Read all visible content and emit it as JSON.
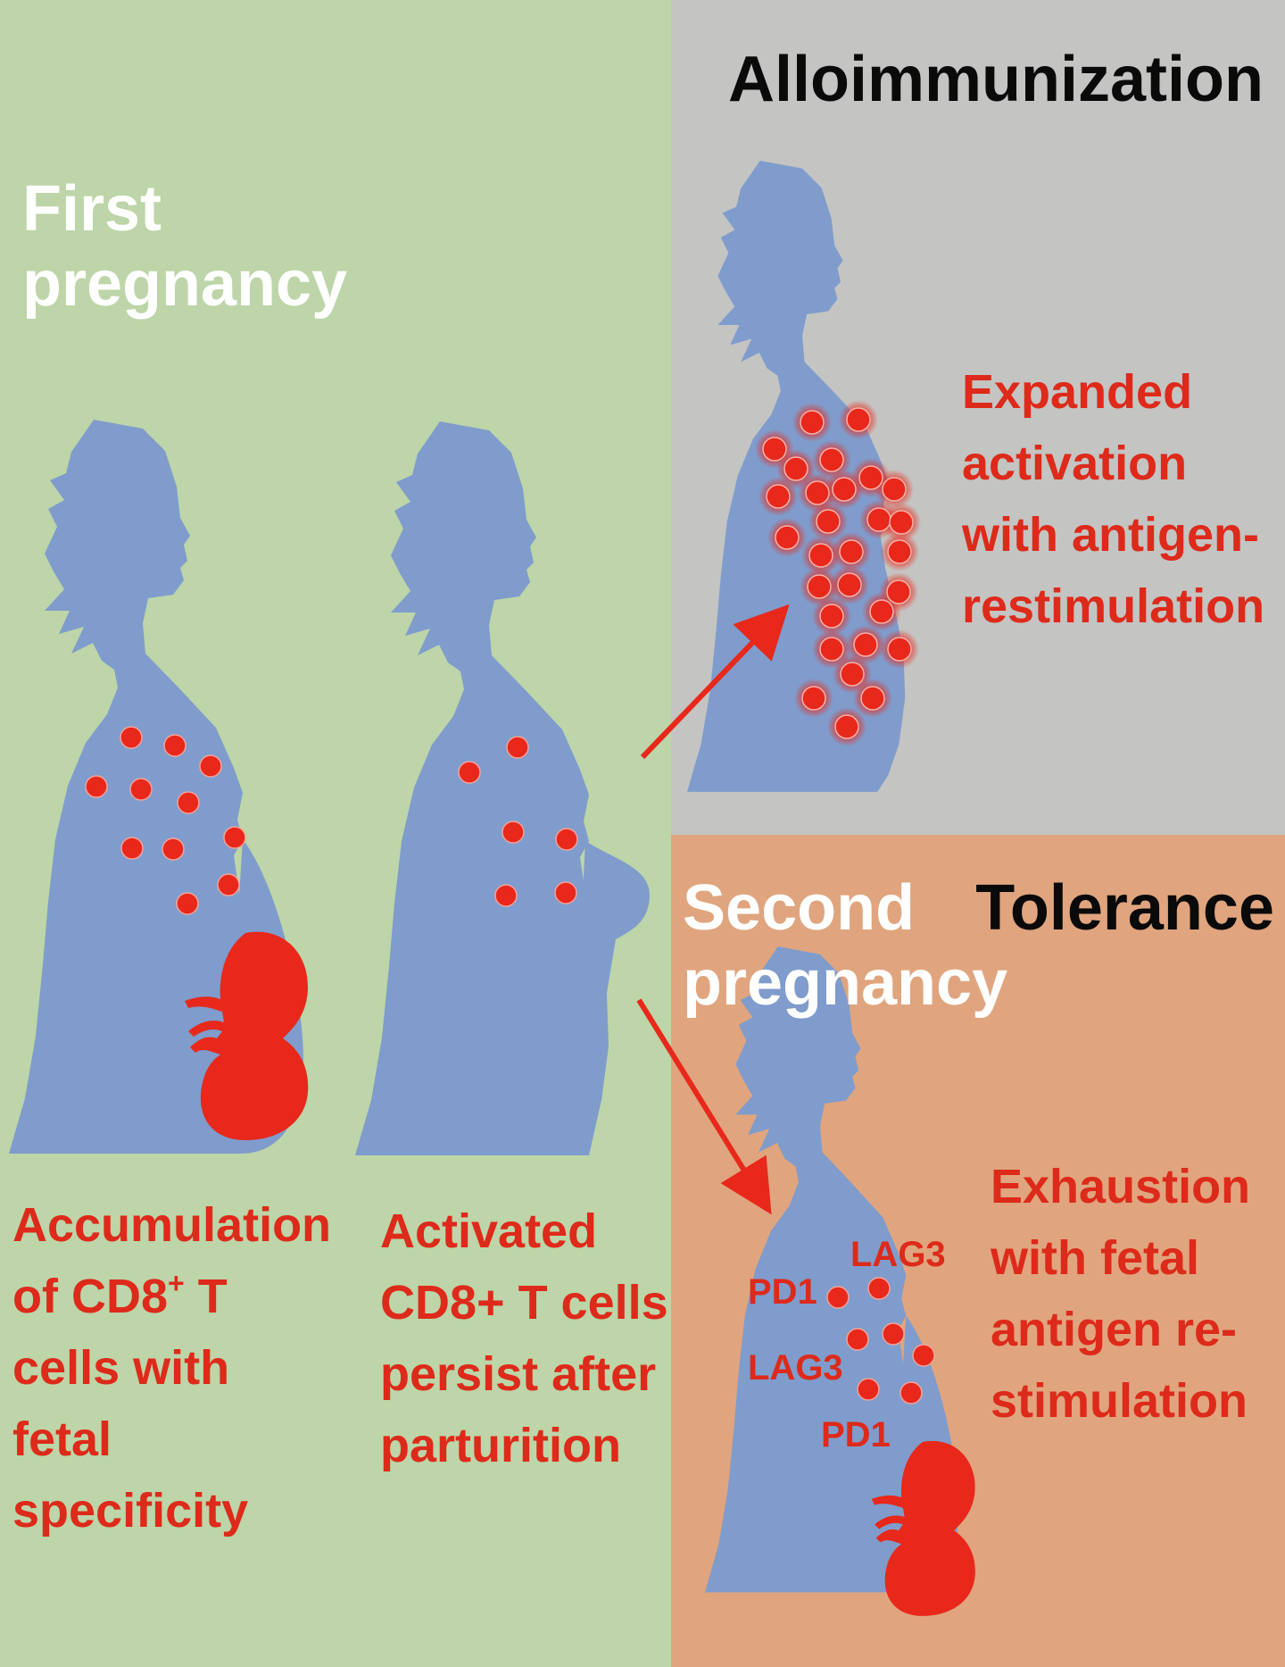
{
  "panels": {
    "first": {
      "title_lines": [
        "First",
        "pregnancy"
      ]
    },
    "alloimmunization": {
      "title": "Alloimmunization",
      "description_lines": [
        "Expanded",
        "activation",
        "with antigen-",
        "restimulation"
      ]
    },
    "tolerance": {
      "title": "Tolerance",
      "second_title_lines": [
        "Second",
        "pregnancy"
      ],
      "description_lines": [
        "Exhaustion",
        "with fetal",
        "antigen re-",
        "stimulation"
      ],
      "markers": [
        "LAG3",
        "PD1",
        "LAG3",
        "PD1"
      ]
    }
  },
  "captions": {
    "accumulation_lines": [
      "Accumulation",
      "of CD8",
      "cells with",
      "fetal",
      "specificity"
    ],
    "accumulation_superscript": "+",
    "accumulation_suffix": " T",
    "persist_lines": [
      "Activated",
      "CD8+ T cells",
      "persist after",
      "parturition"
    ]
  },
  "colors": {
    "first_bg": "#bdd5a8",
    "allo_bg": "#c4c4c2",
    "tolerance_bg": "#e0a57e",
    "silhouette": "#7f9ccc",
    "cell": "#e8281b",
    "text_red": "#dd2a1a",
    "text_white": "#ffffff",
    "text_black": "#0a0a0a"
  },
  "icons": {
    "woman_silhouette": "woman-silhouette-icon",
    "fetus": "fetus-icon",
    "t_cell": "t-cell-icon",
    "arrow": "arrow-icon"
  }
}
